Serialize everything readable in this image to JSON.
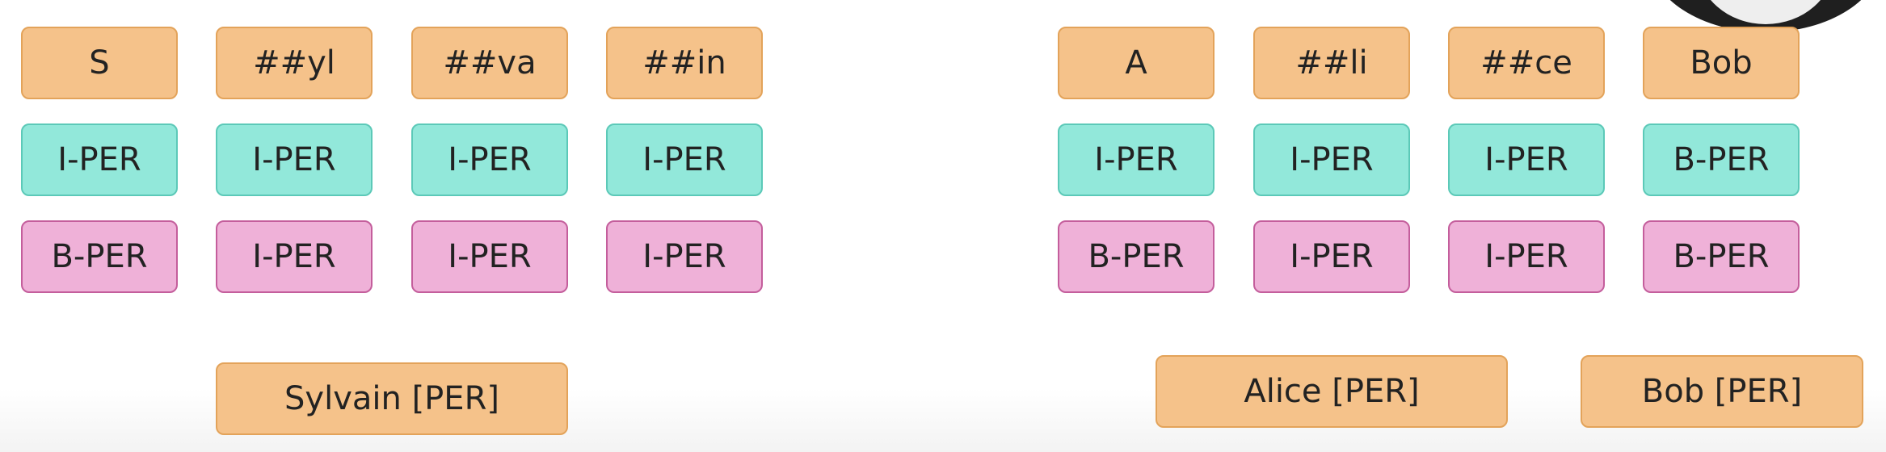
{
  "left_example": {
    "tokens": [
      "S",
      "##yl",
      "##va",
      "##in"
    ],
    "labels_row_teal": [
      "I-PER",
      "I-PER",
      "I-PER",
      "I-PER"
    ],
    "labels_row_pink": [
      "B-PER",
      "I-PER",
      "I-PER",
      "I-PER"
    ],
    "entities": [
      "Sylvain [PER]"
    ]
  },
  "right_example": {
    "tokens": [
      "A",
      "##li",
      "##ce",
      "Bob"
    ],
    "labels_row_teal": [
      "I-PER",
      "I-PER",
      "I-PER",
      "B-PER"
    ],
    "labels_row_pink": [
      "B-PER",
      "I-PER",
      "I-PER",
      "B-PER"
    ],
    "entities": [
      "Alice [PER]",
      "Bob [PER]"
    ]
  },
  "colors": {
    "token": "#f5c28a",
    "label_teal": "#92e8da",
    "label_pink": "#efb1d8"
  }
}
